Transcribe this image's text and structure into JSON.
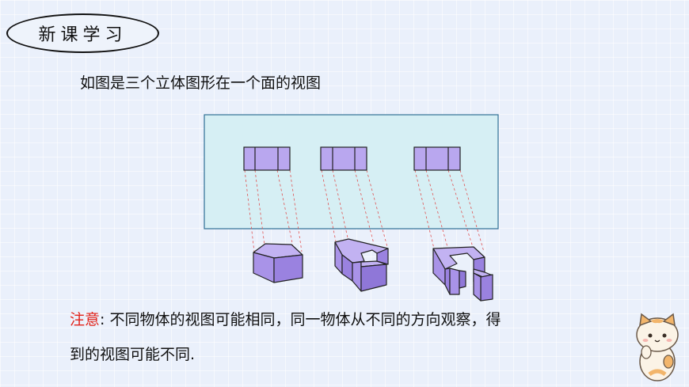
{
  "header": {
    "section_title": "新课学习"
  },
  "intro": "如图是三个立体图形在一个面的视图",
  "note": {
    "keyword": "注意",
    "separator": ":",
    "line1": "不同物体的视图可能相同，同一物体从不同的方向观察，得",
    "line2": "到的视图可能不同."
  },
  "colors": {
    "background": "#eaf0fb",
    "plane_fill": "#d6eff4",
    "plane_border": "#2f6f95",
    "solid_top": "#b9a7ef",
    "solid_side": "#9f86e4",
    "projection_line": "#e05050",
    "note_keyword": "#e2231a"
  },
  "icons": [
    "cat-mascot"
  ]
}
